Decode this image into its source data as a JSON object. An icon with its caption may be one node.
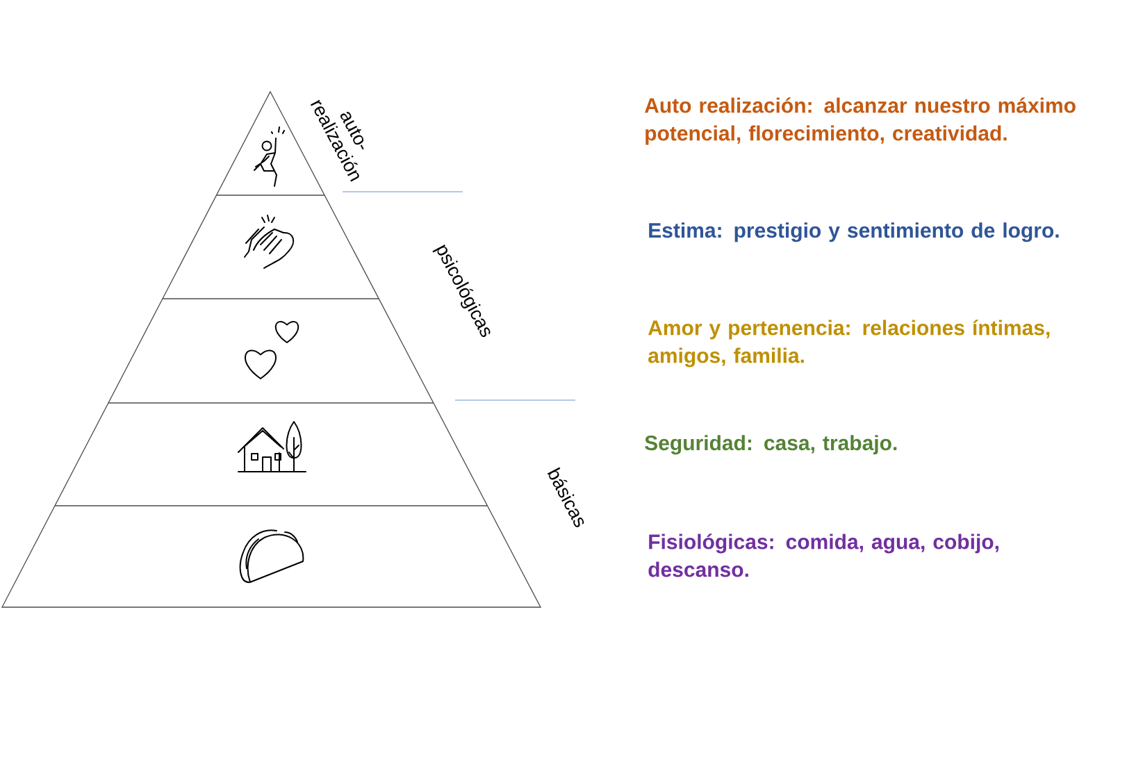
{
  "diagram": {
    "labels": [
      "auto- realización",
      "psicológicas",
      "básicas",
      "Auto realización: alcanzar nuestro máximo potencial, florecimiento, creatividad.",
      "Estima: prestigio y sentimiento de logro.",
      "Amor y pertenencia: relaciones íntimas, amigos, familia.",
      "Seguridad: casa, trabajo.",
      "**Fisiológicas: comida, agua, cobijo, descanso**."
    ]
  }
}
